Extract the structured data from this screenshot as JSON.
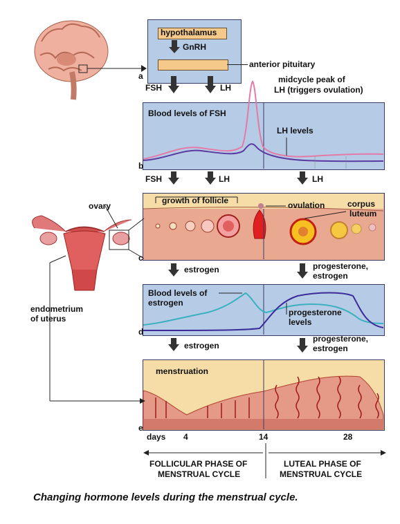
{
  "credit": "",
  "top": {
    "hypothalamus": "hypothalamus",
    "gnrh": "GnRH",
    "anterior_pituitary": "anterior pituitary",
    "midcycle_line1": "midcycle peak of",
    "midcycle_line2": "LH (triggers ovulation)"
  },
  "panel_letters": [
    "a",
    "b",
    "c",
    "d",
    "e"
  ],
  "hormones": {
    "fsh": "FSH",
    "lh": "LH",
    "estrogen": "estrogen",
    "progesterone": "progesterone,",
    "estrogen2": "estrogen"
  },
  "panel_b": {
    "title": "Blood levels of FSH",
    "lh_levels": "LH levels"
  },
  "panel_c": {
    "growth": "growth of follicle",
    "ovulation": "ovulation",
    "corpus1": "corpus",
    "corpus2": "luteum"
  },
  "panel_d": {
    "title1": "Blood levels of",
    "title2": "estrogen",
    "prog1": "progesterone",
    "prog2": "levels"
  },
  "panel_e": {
    "title": "menstruation"
  },
  "axis": {
    "days": "days",
    "d4": "4",
    "d14": "14",
    "d28": "28"
  },
  "phases": {
    "follicular1": "FOLLICULAR PHASE OF",
    "follicular2": "MENSTRUAL CYCLE",
    "luteal1": "LUTEAL PHASE OF",
    "luteal2": "MENSTRUAL CYCLE"
  },
  "left": {
    "ovary": "ovary",
    "endometrium1": "endometrium",
    "endometrium2": "of uterus"
  },
  "caption": "Changing hormone levels during the menstrual cycle.",
  "colors": {
    "fsh_curve": "#5a3aa0",
    "lh_curve": "#e47aa8",
    "estrogen_curve": "#3ab0c0",
    "progesterone_curve": "#3a2a9a",
    "panel_blue": "#b6cbe6",
    "panel_tan": "#f6dca6",
    "tissue": "#e8a58c"
  }
}
